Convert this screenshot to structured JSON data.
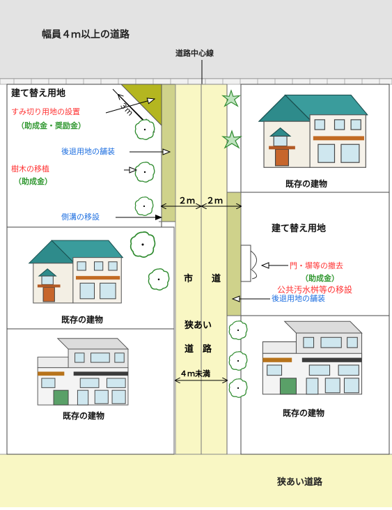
{
  "top_road": {
    "label": "幅員４ｍ以上の道路"
  },
  "center_line": {
    "label": "道路中心線"
  },
  "left_rebuild": {
    "title": "建て替え用地",
    "corner_cut_1": "すみ切り用地の設置",
    "corner_cut_2": "（助成金・奨励金）",
    "corner_size": "３ｍ",
    "setback_paving": "後退用地の舗装",
    "tree_transplant": "樹木の移植",
    "tree_grant": "（助成金）",
    "gutter_move": "側溝の移設"
  },
  "dimensions": {
    "left_half": "２ｍ",
    "right_half": "２ｍ",
    "under_width": "４ｍ未満"
  },
  "city_road": {
    "c1": "市",
    "c2": "道"
  },
  "narrow_road_vertical": {
    "l1": "狭あい",
    "l2": "道　路"
  },
  "right_rebuild": {
    "title": "建て替え用地",
    "gate_removal": "門・塀等の撤去",
    "gate_grant": "（助成金）",
    "sewer_move": "公共汚水桝等の移設",
    "setback_paving": "後退用地の舗装"
  },
  "existing": {
    "top_right": "既存の建物",
    "mid_left": "既存の建物",
    "bottom_left": "既存の建物",
    "bottom_right": "既存の建物"
  },
  "bottom_road": {
    "label": "狭あい道路"
  },
  "colors": {
    "road_gray": "#e3e3e3",
    "road_cream": "#f9f7c4",
    "setback_olive": "#cfd28b",
    "corner_olive": "#b4b620",
    "note_red": "#ff3333",
    "note_green": "#339933",
    "note_blue": "#1e6fe0"
  }
}
